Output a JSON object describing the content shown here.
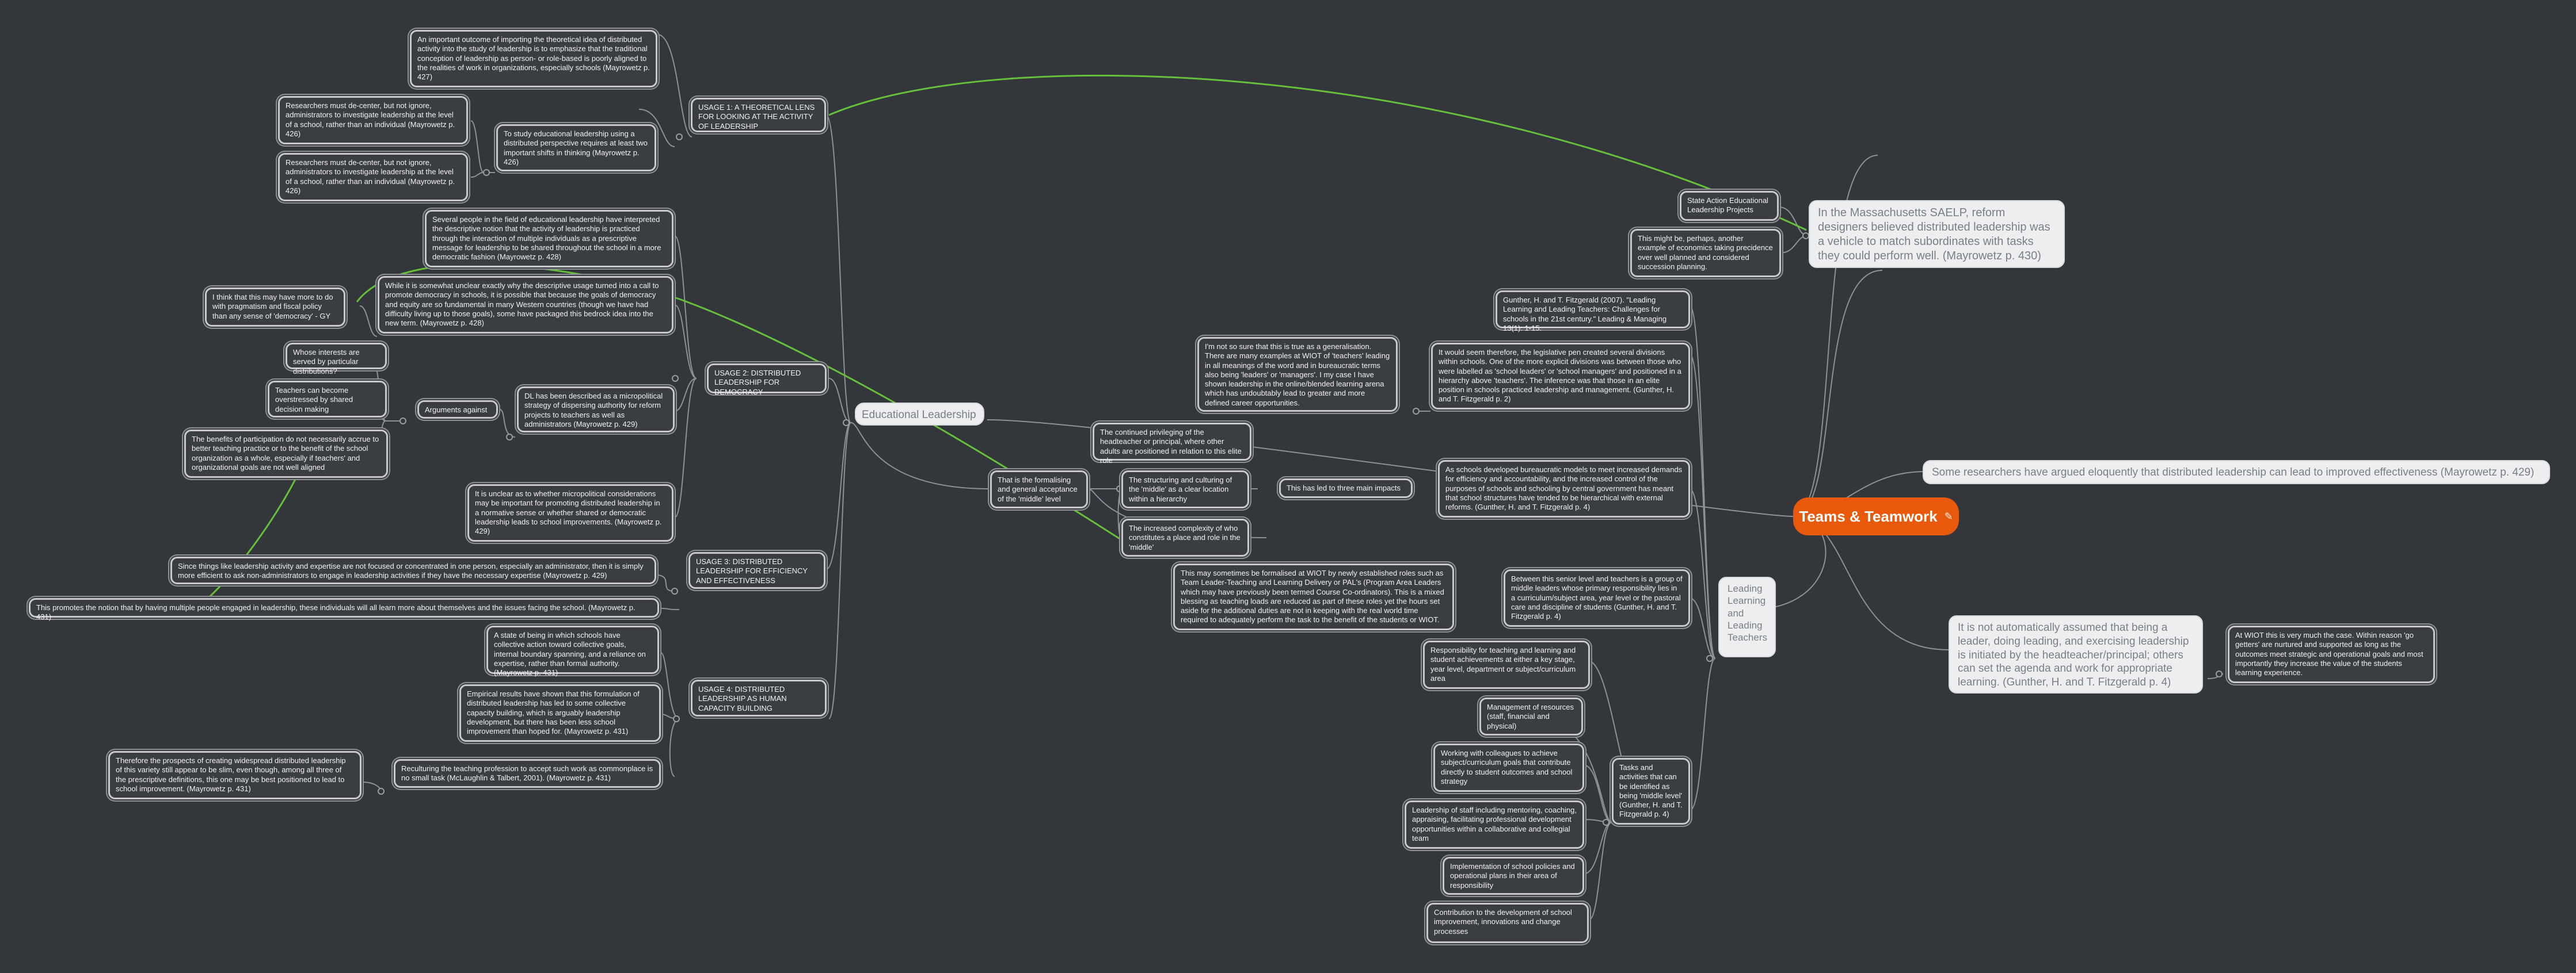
{
  "root": {
    "label": "Teams & Teamwork",
    "icon": "pencil-icon"
  },
  "branches": {
    "educational_leadership": "Educational Leadership",
    "leading_teachers": "Leading Learning and Leading Teachers",
    "saelp": "In the Massachusetts SAELP, reform designers believed distributed leadership was a vehicle to match subordinates with tasks they could perform well. (Mayrowetz  p. 430)",
    "researchers_argued": "Some researchers have argued eloquently that distributed leadership can lead to improved effectiveness (Mayrowetz  p. 429)",
    "not_assumed": "It is not automatically assumed that being a leader, doing leading, and exercising leadership is initiated by the headteacher/principal; others can set the agenda and work for appropriate learning. (Gunther, H. and T. Fitzgerald p. 4)"
  },
  "nodes": {
    "usage1": "USAGE 1: A THEORETICAL LENS FOR LOOKING AT THE ACTIVITY OF LEADERSHIP",
    "important_outcome": "An important outcome of importing the theoretical idea of distributed activity into the study of leadership is to emphasize that the traditional conception of leadership as person- or role-based is poorly aligned to the realities of work in organizations, especially schools (Mayrowetz p. 427)",
    "to_study": "To study educational leadership using a distributed perspective requires at least two important shifts in thinking (Mayrowetz  p. 426)",
    "researchers_decenter_1": "Researchers must de-center, but not ignore, administrators to investigate leadership at the level of a school, rather than an individual (Mayrowetz  p. 426)",
    "researchers_decenter_2": "Researchers must de-center, but not ignore, administrators to investigate leadership at the level of a school, rather than an individual (Mayrowetz  p. 426)",
    "usage2": "USAGE 2: DISTRIBUTED LEADERSHIP FOR DEMOCRACY",
    "several_people": "Several people in the field of educational leadership have interpreted the descriptive notion that the activity of leadership is practiced through the interaction of multiple individuals as a prescriptive message for leadership to be shared throughout the school in a more democratic fashion (Mayrowetz  p. 428)",
    "while_it_is": "While it is somewhat unclear exactly why the descriptive usage turned into a call to promote democracy in schools, it is possible that because the goals of democracy and equity are so fundamental in many Western countries (though we have had difficulty living up to those goals), some have packaged this bedrock idea into the new term. (Mayrowetz  p. 428)",
    "pragmatism": "I think that this may have more to do with pragmatism and fiscal policy than any sense of 'democracy' - GY",
    "whose_interests": "Whose interests are served by particular distributions?",
    "teachers_overstressed": "Teachers can become overstressed by shared decision making",
    "arguments_against": "Arguments against",
    "benefits": "The benefits of participation do not necessarily accrue to better teaching practice or to the benefit of the school organization as a whole, especially if teachers' and organizational goals are not well aligned",
    "dl_described": "DL has been described as a micropolitical strategy of dispersing authority for reform projects to teachers as well as administrators (Mayrowetz  p. 429)",
    "unclear_micropolitical": "It is unclear as to whether micropolitical considerations may be important for promoting distributed leadership in a normative sense or whether shared or democratic leadership leads to school improvements. (Mayrowetz  p. 429)",
    "usage3": "USAGE 3: DISTRIBUTED LEADERSHIP FOR EFFICIENCY AND EFFECTIVENESS",
    "since_things": "Since things like leadership activity and expertise are not focused or concentrated in one person, especially an administrator, then it is simply more efficient to ask non-administrators to engage in leadership activities if they have the necessary expertise (Mayrowetz  p. 429)",
    "usage4": "USAGE 4: DISTRIBUTED LEADERSHIP AS HUMAN CAPACITY BUILDING",
    "promotes_notion": "This promotes the notion that by having multiple people engaged in leadership, these individuals will all learn more about themselves and the issues facing the school. (Mayrowetz  p. 431)",
    "state_of_being": "A state of being in which schools have collective action toward collective goals, internal boundary spanning, and a reliance on expertise, rather than formal authority. (Mayrowetz  p. 431)",
    "empirical_results": "Empirical results have shown that this formulation of distributed leadership has led to some collective capacity building, which is arguably leadership development, but there has been less school improvement than hoped for. (Mayrowetz  p. 431)",
    "reculturing": "Reculturing the teaching profession to accept such work as commonplace is no small task (McLaughlin & Talbert, 2001). (Mayrowetz  p. 431)",
    "therefore_prospects": "Therefore the prospects of creating widespread distributed leadership of this variety still appear to be slim, even though, among all three of the prescriptive definitions, this one may be best positioned to lead to school improvement. (Mayrowetz  p. 431)",
    "continued_privileging": "The continued privileging of the headteacher or principal, where other adults are positioned in relation to this elite role",
    "formalising": "That is the formalising and general acceptance of the 'middle' level",
    "structuring": "The structuring and culturing of the 'middle' as a clear location within a hierarchy",
    "three_impacts": "This has led to three main impacts",
    "increased_complexity": "The increased complexity of who constitutes a place and role in the 'middle'",
    "formalised_wiot": "This may sometimes be formalised at WIOT by newly established roles such as Team Leader-Teaching and Learning Delivery or PAL's (Program Area Leaders which may have previously been termed Course Co-ordinators). This is a mixed blessing as teaching loads are reduced as part of these roles yet the hours set aside for the additional duties are not in keeping with the real world time required to adequately perform the task to the benefit of the students or WIOT.",
    "state_action": "State Action Educational Leadership Projects",
    "perhaps_economics": "This might be, perhaps, another example of economics taking precidence over well planned and considered succession planning.",
    "gunther_ref": "Gunther, H. and T. Fitzgerald (2007). \"Leading Learning and Leading Teachers: Challenges for schools in the 21st century.\" Leading & Managing 13(1): 1-15.",
    "not_so_sure": "I'm not so sure that this is true as a generalisation. There are many examples at WIOT of 'teachers' leading in all meanings of the word and in bureaucratic terms also being 'leaders' or 'managers'. I my case I have shown leadership in the online/blended learning arena which has undoubtably lead to greater and more defined career opportunities.",
    "legislative": "It would seem therefore, the legislative pen created several divisions within schools. One of the more explicit divisions was between those who were labelled as 'school leaders' or 'school managers' and positioned in a hierarchy above 'teachers'. The inference was that those in an elite position in schools practiced leadership and management. (Gunther, H. and T. Fitzgerald p. 2)",
    "bureaucratic": "As schools developed bureaucratic models to meet increased demands for efficiency and accountability, and the increased control of the purposes of schools and schooling by central government has meant that school structures have tended to be hierarchical with external reforms. (Gunther, H. and T. Fitzgerald p. 4)",
    "between_senior": "Between this senior level and teachers is a group of middle leaders whose primary responsibility lies in a curriculum/subject area, year level or the pastoral care and discipline of students (Gunther, H. and T. Fitzgerald p. 4)",
    "wiot_muchcase": "At WIOT this is very much the case. Within reason 'go getters' are nurtured and supported as long as the outcomes meet strategic and operational goals and most importantly they increase the value of the students learning experience.",
    "tasks_activities": "Tasks and activities that can be identified as being 'middle level' (Gunther, H. and T. Fitzgerald p. 4)",
    "responsibility": "Responsibility for teaching and learning and student achievements at either a key stage, year level, department or subject/curriculum area",
    "management_resources": "Management of resources (staff, financial and physical)",
    "working_colleagues": "Working with colleagues to achieve subject/curriculum goals that contribute directly to student outcomes and school strategy",
    "leadership_staff": "Leadership of staff including mentoring, coaching, appraising, facilitating professional development opportunities within a collaborative and collegial team",
    "implementation": "Implementation of school policies and operational plans in their area of responsibility",
    "contribution": "Contribution to the development of school improvement, innovations and change processes"
  }
}
